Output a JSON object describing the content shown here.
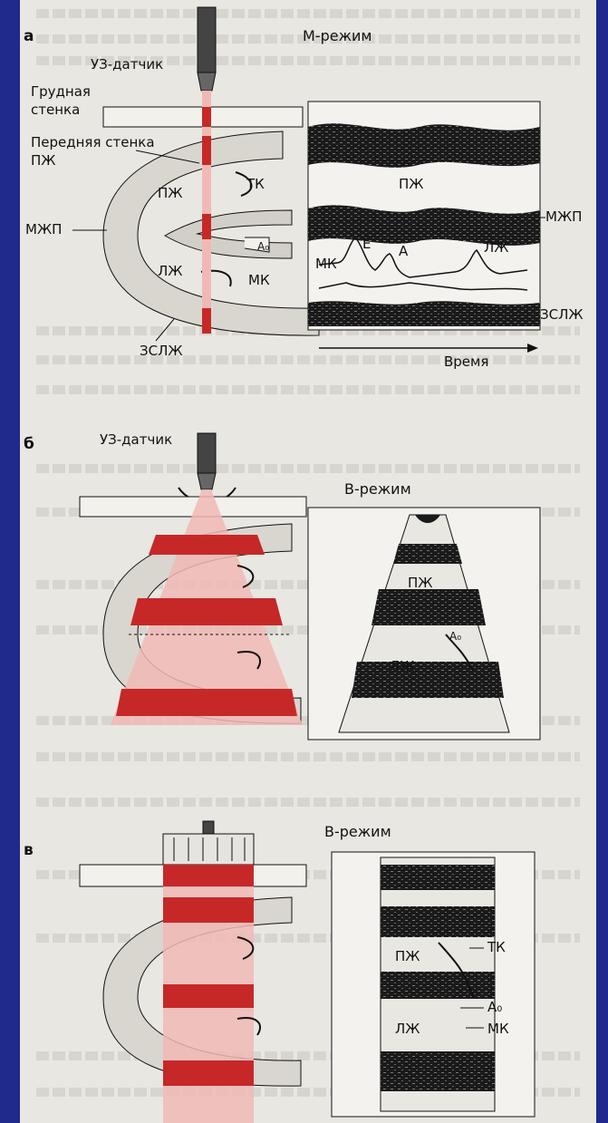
{
  "colors": {
    "frame": "#1f2a8c",
    "paper": "#e9e7e2",
    "accent": "#c62828",
    "accent_light": "#f0b9b5",
    "ink": "#1a1a1a"
  },
  "panel_a": {
    "letter": "а",
    "mode_title": "М-режим",
    "probe": "УЗ-датчик",
    "chest_wall": [
      "Грудная",
      "стенка"
    ],
    "rv_front_wall": [
      "Передняя стенка",
      "ПЖ"
    ],
    "rv": "ПЖ",
    "tv": "ТК",
    "ivs": "МЖП",
    "a0": "A₀",
    "lv": "ЛЖ",
    "mv": "МК",
    "lvpw": "ЗСЛЖ",
    "mmode_rv": "ПЖ",
    "mmode_ivs": "МЖП",
    "mmode_mv": "МК",
    "mmode_e": "Е",
    "mmode_a": "А",
    "mmode_lv": "ЛЖ",
    "mmode_lvpw": "ЗСЛЖ",
    "time": "Время"
  },
  "panel_b": {
    "letter": "б",
    "probe": "УЗ-датчик",
    "mode_title": "В-режим",
    "rv": "ПЖ",
    "a0": "A₀",
    "lv": "ЛЖ"
  },
  "panel_c": {
    "letter": "в",
    "mode_title": "В-режим",
    "tv": "ТК",
    "rv": "ПЖ",
    "a0": "A₀",
    "lv": "ЛЖ",
    "mv": "МК"
  }
}
